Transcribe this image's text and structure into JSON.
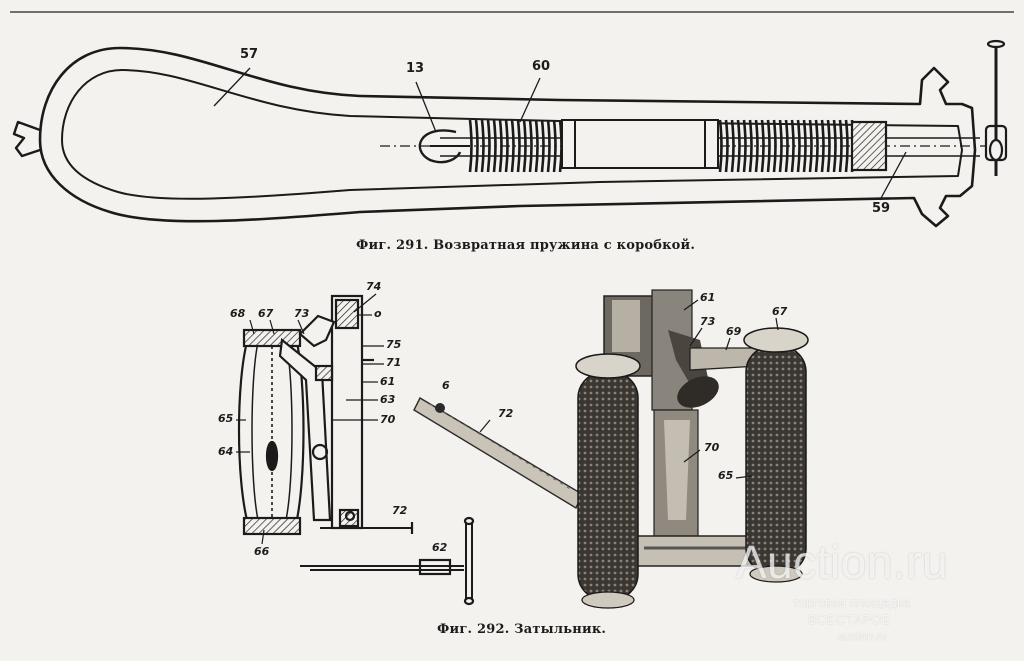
{
  "figure291": {
    "caption": "Фиг. 291. Возвратная пружина с коробкой.",
    "labels": {
      "l57": "57",
      "l13": "13",
      "l60": "60",
      "l59": "59"
    }
  },
  "figure292": {
    "caption": "Фиг. 292. Затыльник.",
    "labels": {
      "l74": "74",
      "l68": "68",
      "l67a": "67",
      "l73a": "73",
      "lo": "o",
      "l75": "75",
      "l71": "71",
      "l61a": "61",
      "l63": "63",
      "l70a": "70",
      "l65a": "65",
      "l64": "64",
      "l72a": "72",
      "l66": "66",
      "l62": "62",
      "l6": "6",
      "l72b": "72",
      "l61b": "61",
      "l73b": "73",
      "l69": "69",
      "l67b": "67",
      "l70b": "70",
      "l65b": "65"
    }
  },
  "watermark": {
    "brand": "Auction.ru",
    "tagline": "торговая площадка",
    "company": "ВСЕСТАРОЕ",
    "domain": "auction.ru"
  }
}
